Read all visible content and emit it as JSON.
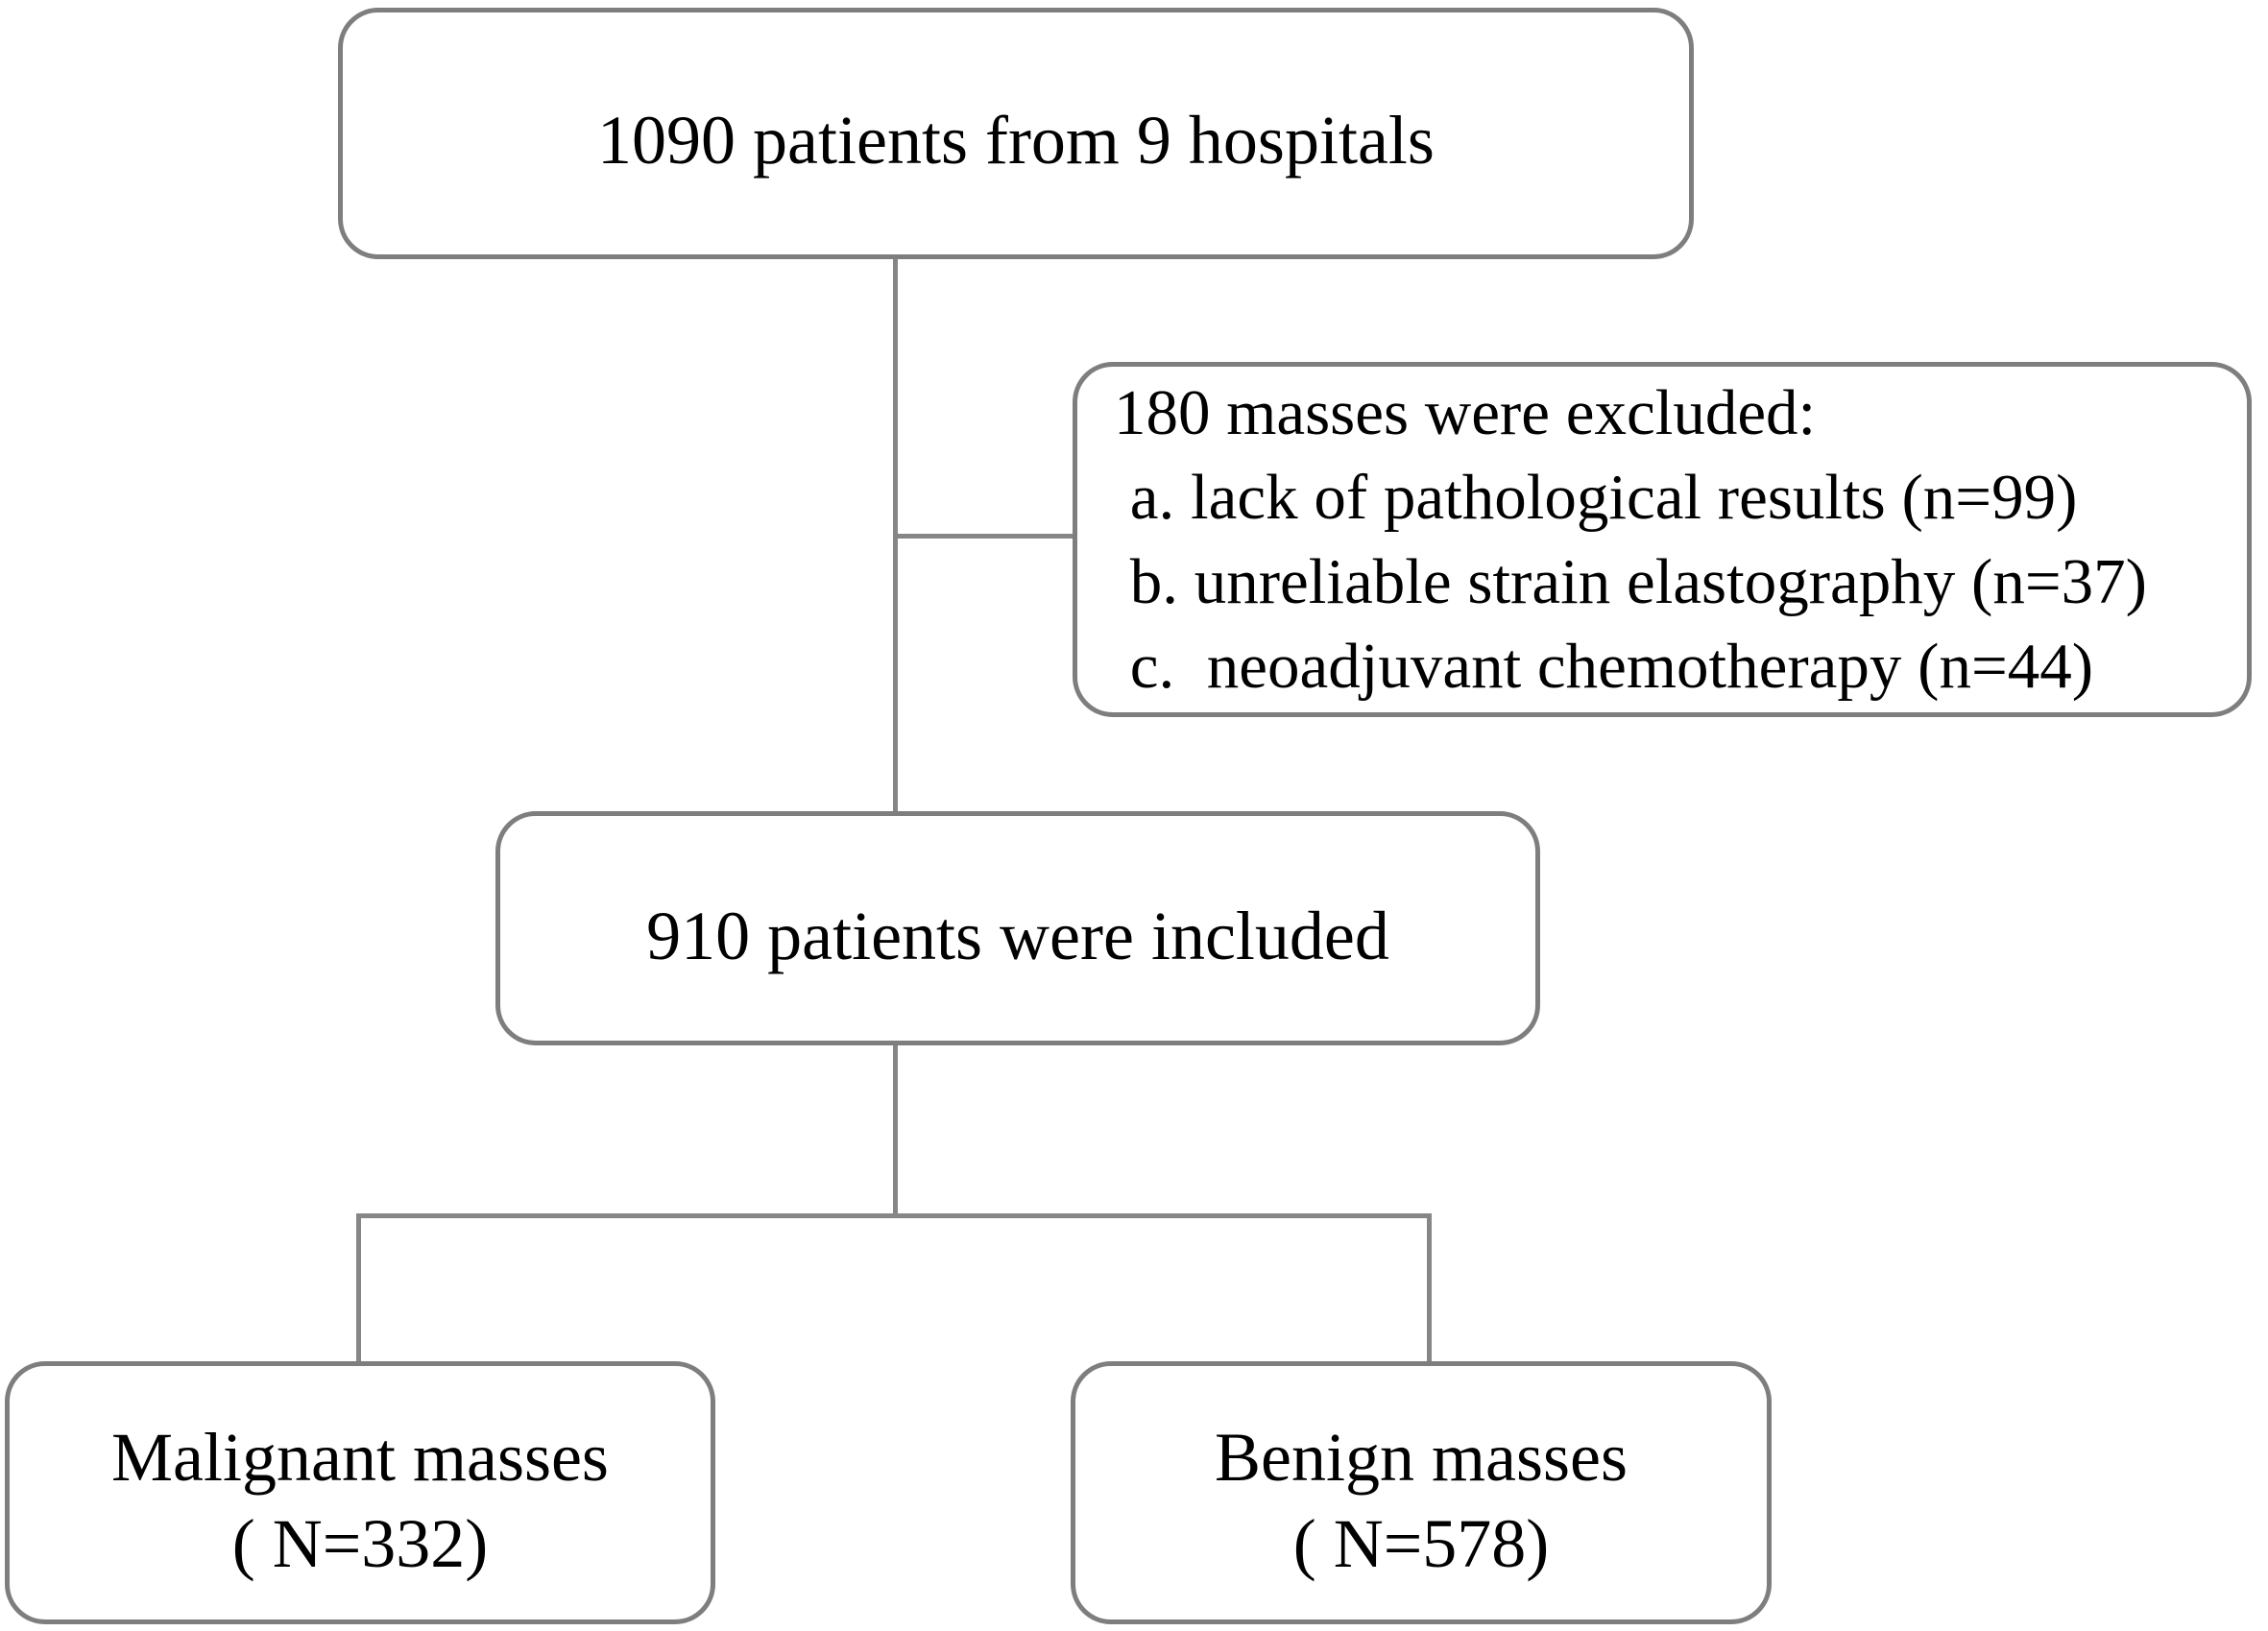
{
  "diagram": {
    "type": "flowchart",
    "nodes": {
      "top": {
        "label": "1090 patients from 9 hospitals"
      },
      "excluded": {
        "lines": [
          "180 masses were excluded:",
          " a. lack of pathological results (n=99)",
          " b. unreliable strain elastography (n=37)",
          " c.  neoadjuvant chemotherapy (n=44)"
        ]
      },
      "included": {
        "label": "910 patients were included"
      },
      "malignant": {
        "lines": [
          "Malignant masses",
          "( N=332)"
        ]
      },
      "benign": {
        "lines": [
          "Benign masses",
          "( N=578)"
        ]
      }
    },
    "colors": {
      "box_border": "#7e7e7e",
      "connector": "#868686",
      "text": "#000000",
      "background": "#ffffff"
    }
  }
}
